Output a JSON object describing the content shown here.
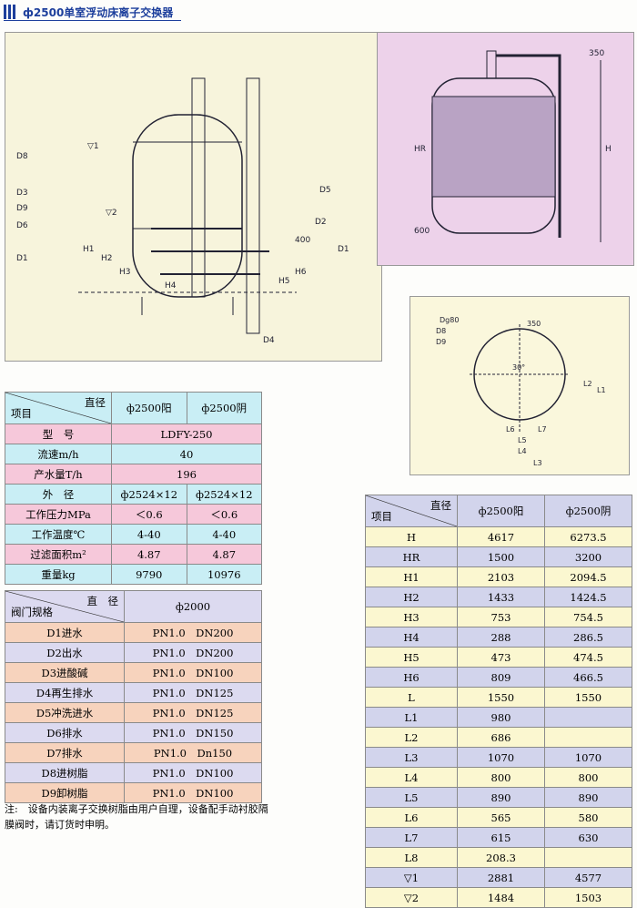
{
  "title": "ф2500单室浮动床离子交换器",
  "drawing_main": {
    "labels": {
      "d8": "D8",
      "d3": "D3",
      "d9": "D9",
      "d6": "D6",
      "d1a": "D1",
      "d5": "D5",
      "d2": "D2",
      "d1b": "D1",
      "d4": "D4",
      "lv1": "▽1",
      "lv2": "▽2",
      "h1": "H1",
      "h2": "H2",
      "h3": "H3",
      "h4": "H4",
      "h5": "H5",
      "h6": "H6",
      "d400": "400"
    }
  },
  "drawing_side": {
    "labels": {
      "d350": "350",
      "hr": "HR",
      "h": "H",
      "d600": "600"
    }
  },
  "drawing_top": {
    "labels": {
      "dg80": "Dg80",
      "d8": "D8",
      "d9": "D9",
      "d350": "350",
      "l1": "L1",
      "l2": "L2",
      "l3": "L3",
      "l4": "L4",
      "l5": "L5",
      "l6": "L6",
      "l7": "L7",
      "a30": "30°"
    }
  },
  "spec_table": {
    "corner_top": "直径",
    "corner_bottom": "项目",
    "cols": [
      "ф2500阳",
      "ф2500阴"
    ],
    "rows": [
      [
        "型　号",
        "LDFY-250",
        null
      ],
      [
        "流速m/h",
        "40",
        null
      ],
      [
        "产水量T/h",
        "196",
        null
      ],
      [
        "外　径",
        "ф2524×12",
        "ф2524×12"
      ],
      [
        "工作压力MPa",
        "＜0.6",
        "＜0.6"
      ],
      [
        "工作温度℃",
        "4-40",
        "4-40"
      ],
      [
        "过滤面积m²",
        "4.87",
        "4.87"
      ],
      [
        "重量kg",
        "9790",
        "10976"
      ]
    ]
  },
  "valve_table": {
    "corner_top": "直　径",
    "corner_bottom": "阀门规格",
    "cols": [
      "ф2000"
    ],
    "rows": [
      [
        "D1进水",
        "PN1.0　DN200"
      ],
      [
        "D2出水",
        "PN1.0　DN200"
      ],
      [
        "D3进酸碱",
        "PN1.0　DN100"
      ],
      [
        "D4再生排水",
        "PN1.0　DN125"
      ],
      [
        "D5冲洗进水",
        "PN1.0　DN125"
      ],
      [
        "D6排水",
        "PN1.0　DN150"
      ],
      [
        "D7排水",
        "PN1.0　Dn150"
      ],
      [
        "D8进树脂",
        "PN1.0　DN100"
      ],
      [
        "D9卸树脂",
        "PN1.0　DN100"
      ]
    ]
  },
  "dim_table": {
    "corner_top": "直径",
    "corner_bottom": "项目",
    "cols": [
      "ф2500阳",
      "ф2500阴"
    ],
    "rows": [
      [
        "H",
        "4617",
        "6273.5"
      ],
      [
        "HR",
        "1500",
        "3200"
      ],
      [
        "H1",
        "2103",
        "2094.5"
      ],
      [
        "H2",
        "1433",
        "1424.5"
      ],
      [
        "H3",
        "753",
        "754.5"
      ],
      [
        "H4",
        "288",
        "286.5"
      ],
      [
        "H5",
        "473",
        "474.5"
      ],
      [
        "H6",
        "809",
        "466.5"
      ],
      [
        "L",
        "1550",
        "1550"
      ],
      [
        "L1",
        "980",
        ""
      ],
      [
        "L2",
        "686",
        ""
      ],
      [
        "L3",
        "1070",
        "1070"
      ],
      [
        "L4",
        "800",
        "800"
      ],
      [
        "L5",
        "890",
        "890"
      ],
      [
        "L6",
        "565",
        "580"
      ],
      [
        "L7",
        "615",
        "630"
      ],
      [
        "L8",
        "208.3",
        ""
      ],
      [
        "▽1",
        "2881",
        "4577"
      ],
      [
        "▽2",
        "1484",
        "1503"
      ]
    ]
  },
  "note": "注:　设备内装离子交换树脂由用户自理，设备配手动衬胶隔膜阀时，请订货时申明。"
}
